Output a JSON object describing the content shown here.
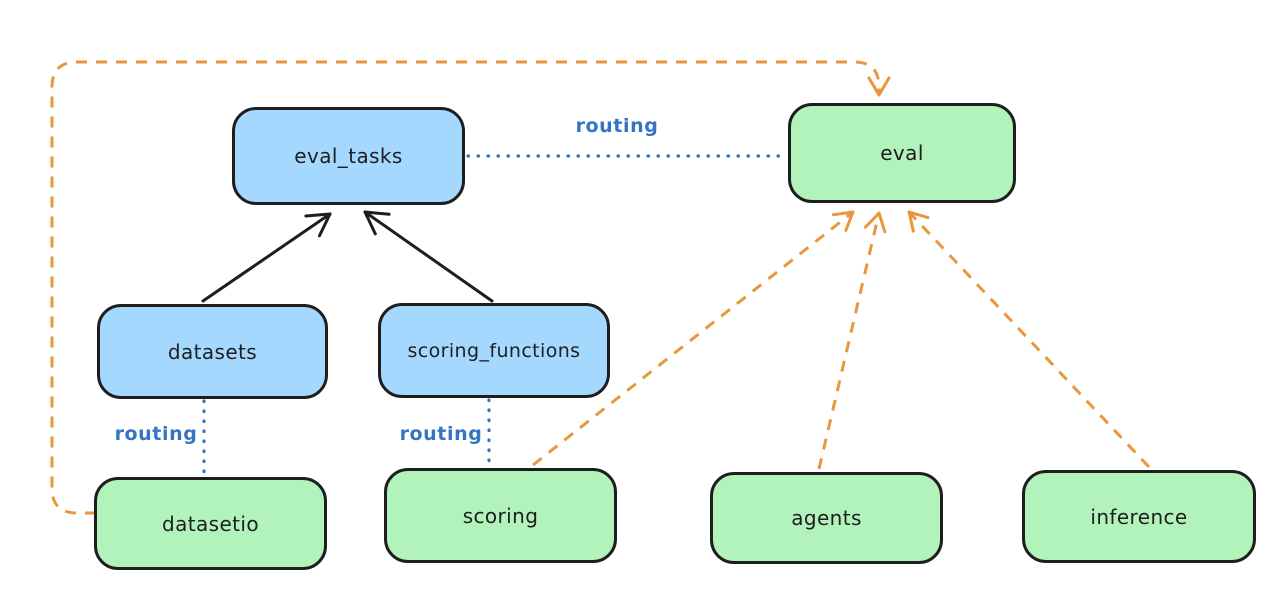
{
  "diagram": {
    "colors": {
      "background": "#ffffff",
      "node_border": "#1e1e1e",
      "blue_fill": "#a5d8ff",
      "green_fill": "#b2f2bb",
      "routing_blue": "#3574c2",
      "orange": "#ea963f"
    },
    "nodes": [
      {
        "id": "eval_tasks",
        "label": "eval_tasks",
        "color": "blue"
      },
      {
        "id": "eval",
        "label": "eval",
        "color": "green"
      },
      {
        "id": "datasets",
        "label": "datasets",
        "color": "blue"
      },
      {
        "id": "scoring_functions",
        "label": "scoring_functions",
        "color": "blue"
      },
      {
        "id": "datasetio",
        "label": "datasetio",
        "color": "green"
      },
      {
        "id": "scoring",
        "label": "scoring",
        "color": "green"
      },
      {
        "id": "agents",
        "label": "agents",
        "color": "green"
      },
      {
        "id": "inference",
        "label": "inference",
        "color": "green"
      }
    ],
    "edges": [
      {
        "from": "datasets",
        "to": "eval_tasks",
        "style": "solid-black-arrow",
        "label": ""
      },
      {
        "from": "scoring_functions",
        "to": "eval_tasks",
        "style": "solid-black-arrow",
        "label": ""
      },
      {
        "from": "eval_tasks",
        "to": "eval",
        "style": "dotted-blue",
        "label": "routing"
      },
      {
        "from": "datasets",
        "to": "datasetio",
        "style": "dotted-blue",
        "label": "routing"
      },
      {
        "from": "scoring_functions",
        "to": "scoring",
        "style": "dotted-blue",
        "label": "routing"
      },
      {
        "from": "datasetio",
        "to": "eval",
        "style": "dashed-orange-arrow",
        "label": ""
      },
      {
        "from": "scoring",
        "to": "eval",
        "style": "dashed-orange-arrow",
        "label": ""
      },
      {
        "from": "agents",
        "to": "eval",
        "style": "dashed-orange-arrow",
        "label": ""
      },
      {
        "from": "inference",
        "to": "eval",
        "style": "dashed-orange-arrow",
        "label": ""
      }
    ]
  }
}
